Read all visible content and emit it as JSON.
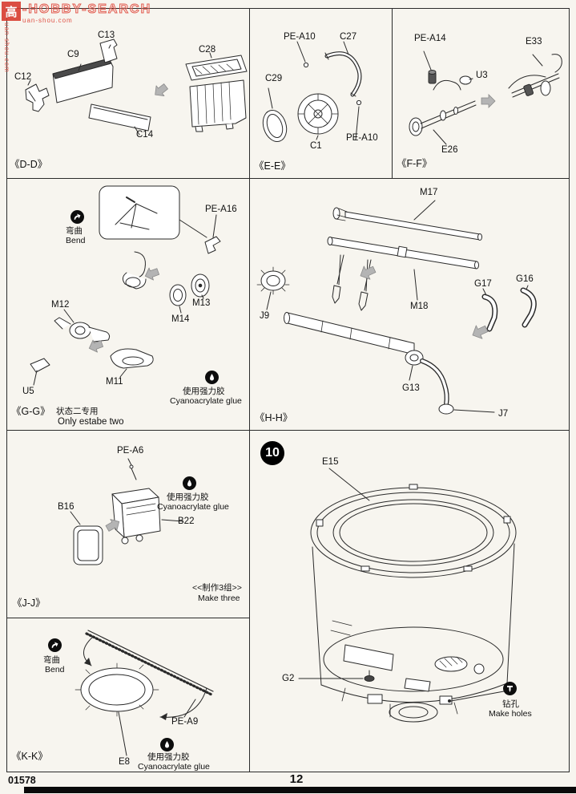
{
  "watermark": {
    "logo": "高",
    "brand": "-HOBBY-SEARCH",
    "site": "uan-shou.com",
    "site_vertical": "uan-shou.com"
  },
  "footer": {
    "kit_number": "01578",
    "page_number": "12"
  },
  "notes": {
    "bend_cn": "弯曲",
    "bend_en": "Bend",
    "glue_cn": "使用强力胶",
    "glue_en": "Cyanoacrylate glue",
    "drill_cn": "钻孔",
    "drill_en": "Make holes",
    "make_three_cn": "<<制作3组>>",
    "make_three_en": "Make three",
    "variant_cn": "状态二专用",
    "variant_en": "Only estabe two"
  },
  "panels": {
    "dd": {
      "title": "《D-D》",
      "parts": {
        "c12": "C12",
        "c9": "C9",
        "c13": "C13",
        "c14": "C14",
        "c28": "C28"
      }
    },
    "ee": {
      "title": "《E-E》",
      "parts": {
        "pe_a10_top": "PE-A10",
        "c27": "C27",
        "c29": "C29",
        "c1": "C1",
        "pe_a10_bottom": "PE-A10"
      }
    },
    "ff": {
      "title": "《F-F》",
      "parts": {
        "pe_a14": "PE-A14",
        "u3": "U3",
        "e33": "E33",
        "e26": "E26"
      }
    },
    "gg": {
      "title": "《G-G》",
      "parts": {
        "pe_a16": "PE-A16",
        "m12": "M12",
        "m13": "M13",
        "m14": "M14",
        "m11": "M11",
        "u5": "U5"
      }
    },
    "hh": {
      "title": "《H-H》",
      "parts": {
        "m17": "M17",
        "m18": "M18",
        "j9": "J9",
        "g17": "G17",
        "g16": "G16",
        "g13": "G13",
        "j7": "J7"
      }
    },
    "jj": {
      "title": "《J-J》",
      "parts": {
        "pe_a6": "PE-A6",
        "b16": "B16",
        "b22": "B22"
      }
    },
    "kk": {
      "title": "《K-K》",
      "parts": {
        "pe_a9": "PE-A9",
        "e8": "E8"
      }
    },
    "step10": {
      "number": "10",
      "parts": {
        "e15": "E15",
        "g2": "G2"
      }
    }
  }
}
